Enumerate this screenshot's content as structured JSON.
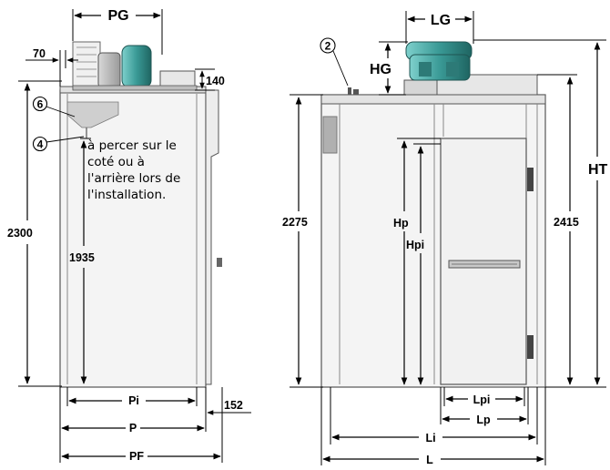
{
  "left_view": {
    "dims": {
      "pg": "PG",
      "d70": "70",
      "d140": "140",
      "d2300": "2300",
      "d1935": "1935",
      "pi": "Pi",
      "p": "P",
      "pf": "PF",
      "d152": "152"
    },
    "callouts": {
      "c6": "6",
      "c4": "4"
    },
    "note_lines": [
      "à percer sur le",
      "coté ou à",
      "l'arrière lors de",
      "l'installation."
    ]
  },
  "right_view": {
    "dims": {
      "lg": "LG",
      "hg": "HG",
      "ht": "HT",
      "d2275": "2275",
      "d2415": "2415",
      "hp": "Hp",
      "hpi": "Hpi",
      "lpi": "Lpi",
      "lp": "Lp",
      "li": "Li",
      "l": "L"
    },
    "callouts": {
      "c2": "2"
    }
  },
  "colors": {
    "panel_fill": "#f4f4f4",
    "panel_stroke": "#555555",
    "cabinet_gray": "#b0b0b0",
    "compressor_teal": "#3a9a96",
    "line": "#000000"
  },
  "icons": [
    "compressor-unit-icon",
    "door-handle-icon",
    "door-hinge-icon",
    "drain-funnel-icon"
  ]
}
